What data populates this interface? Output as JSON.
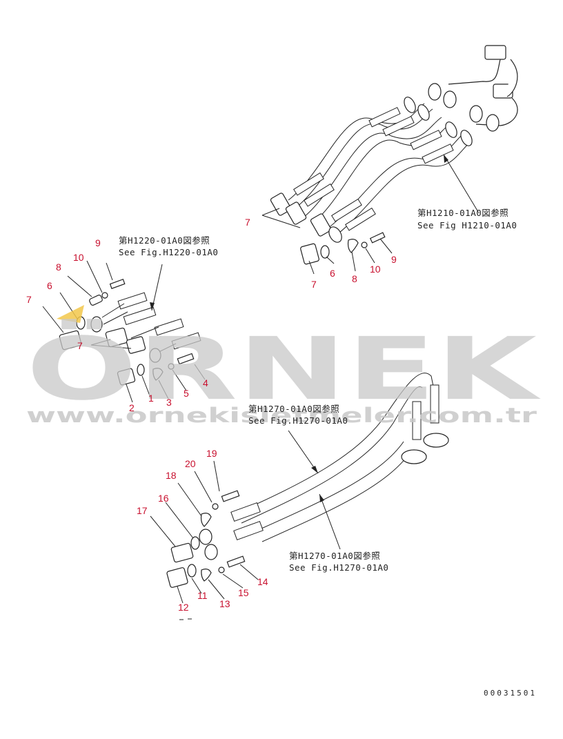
{
  "references": {
    "top_right": {
      "line1": "第H1210-01A0図参照",
      "line2": "See Fig H1210-01A0"
    },
    "left": {
      "line1": "第H1220-01A0図参照",
      "line2": "See Fig.H1220-01A0"
    },
    "middle": {
      "line1": "第H1270-01A0図参照",
      "line2": "See Fig.H1270-01A0"
    },
    "bottom": {
      "line1": "第H1270-01A0図参照",
      "line2": "See Fig.H1270-01A0"
    }
  },
  "callouts": {
    "upper_right": [
      "7",
      "6",
      "7",
      "8",
      "10",
      "9"
    ],
    "upper_left": [
      "9",
      "10",
      "8",
      "6",
      "7",
      "7",
      "1",
      "2",
      "3",
      "5",
      "4"
    ],
    "lower": [
      "19",
      "20",
      "18",
      "16",
      "17",
      "11",
      "12",
      "13",
      "15",
      "14"
    ]
  },
  "drawing_code": "00031501",
  "watermark": {
    "brand": "ÖRNEK",
    "url": "www.ornekisletmeler.com.tr"
  },
  "colors": {
    "callout": "#c8102e",
    "line": "#222222",
    "watermark": "#c8c8c8",
    "accent": "#f2c74a"
  }
}
